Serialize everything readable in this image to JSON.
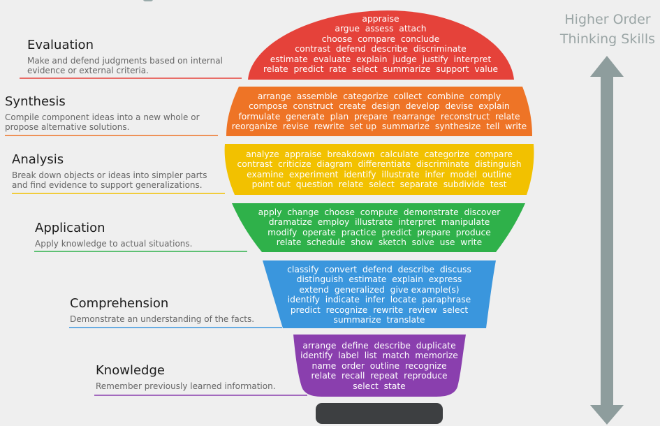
{
  "header": {
    "axis_title_line1": "Higher Order",
    "axis_title_line2": "Thinking Skills"
  },
  "colors": {
    "background": "#efefef",
    "evaluation": "#e5423a",
    "synthesis": "#ee7426",
    "analysis": "#f2c100",
    "application": "#2fb14a",
    "comprehension": "#3a96dd",
    "knowledge": "#8a3fae",
    "bulb_base": "#3d3f41",
    "arrow": "#8e9d9d"
  },
  "levels": [
    {
      "key": "evaluation",
      "name": "Evaluation",
      "description": [
        "Make and defend judgments based on internal",
        "evidence or external criteria."
      ],
      "verbs": [
        "appraise",
        "argue  assess  attach",
        "choose  compare  conclude",
        "contrast  defend  describe  discriminate",
        "estimate  evaluate  explain  judge  justify  interpret",
        "relate  predict  rate  select  summarize  support  value"
      ]
    },
    {
      "key": "synthesis",
      "name": "Synthesis",
      "description": [
        "Compile component ideas into a new whole or",
        "propose alternative solutions."
      ],
      "verbs": [
        "arrange  assemble  categorize  collect  combine  comply",
        "compose  construct  create  design  develop  devise  explain",
        "formulate  generate  plan  prepare  rearrange  reconstruct  relate",
        "reorganize  revise  rewrite  set up  summarize  synthesize  tell  write"
      ]
    },
    {
      "key": "analysis",
      "name": "Analysis",
      "description": [
        "Break down objects or ideas into simpler parts",
        "and find evidence to support generalizations."
      ],
      "verbs": [
        "analyze  appraise  breakdown  calculate  categorize  compare",
        "contrast  criticize  diagram  differentiate  discriminate  distinguish",
        "examine  experiment  identify  illustrate  infer  model  outline",
        "point out  question  relate  select  separate  subdivide  test"
      ]
    },
    {
      "key": "application",
      "name": "Application",
      "description": [
        "Apply knowledge to actual situations."
      ],
      "verbs": [
        "apply  change  choose  compute  demonstrate  discover",
        "dramatize  employ  illustrate  interpret  manipulate",
        "modify  operate  practice  predict  prepare  produce",
        "relate  schedule  show  sketch  solve  use  write"
      ]
    },
    {
      "key": "comprehension",
      "name": "Comprehension",
      "description": [
        "Demonstrate an understanding of the facts."
      ],
      "verbs": [
        "classify  convert  defend  describe  discuss",
        "distinguish  estimate  explain  express",
        "extend  generalized  give example(s)",
        "identify  indicate  infer  locate  paraphrase",
        "predict  recognize  rewrite  review  select",
        "summarize  translate"
      ]
    },
    {
      "key": "knowledge",
      "name": "Knowledge",
      "description": [
        "Remember previously learned information."
      ],
      "verbs": [
        "arrange  define  describe  duplicate",
        "identify  label  list  match  memorize",
        "name  order  outline  recognize",
        "relate  recall  repeat  reproduce",
        "select  state"
      ]
    }
  ]
}
